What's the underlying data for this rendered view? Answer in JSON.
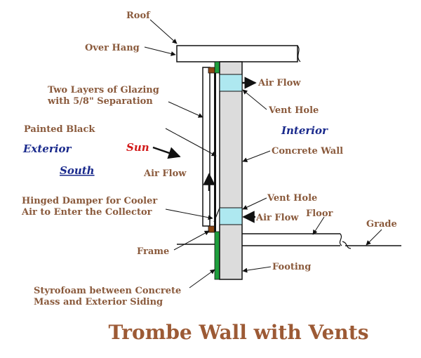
{
  "title": "Trombe Wall with Vents",
  "labels": {
    "roof": "Roof",
    "over_hang": "Over Hang",
    "glazing_1": "Two Layers of Glazing",
    "glazing_2": "with 5/8\" Separation",
    "painted_black": "Painted Black",
    "exterior": "Exterior",
    "south": "South",
    "sun": "Sun",
    "air_flow_top": "Air Flow",
    "vent_hole_top": "Vent Hole",
    "interior": "Interior",
    "concrete_wall": "Concrete Wall",
    "air_flow_left": "Air Flow",
    "vent_hole_bottom": "Vent Hole",
    "damper_1": "Hinged Damper for Cooler",
    "damper_2": "Air to Enter the Collector",
    "air_flow_bottom": "Air Flow",
    "floor": "Floor",
    "grade": "Grade",
    "frame": "Frame",
    "footing": "Footing",
    "styrofoam_1": "Styrofoam between Concrete",
    "styrofoam_2": "Mass and Exterior Siding"
  },
  "colors": {
    "label_brown": "#8a5a3c",
    "label_blue": "#1a2a8c",
    "sun_red": "#d21a1a",
    "title": "#9c5a35",
    "concrete": "#dcdcdc",
    "vent": "#aee8f0",
    "styrofoam": "#1e9e3c",
    "frame": "#8b4513",
    "black_absorber": "#111111"
  }
}
